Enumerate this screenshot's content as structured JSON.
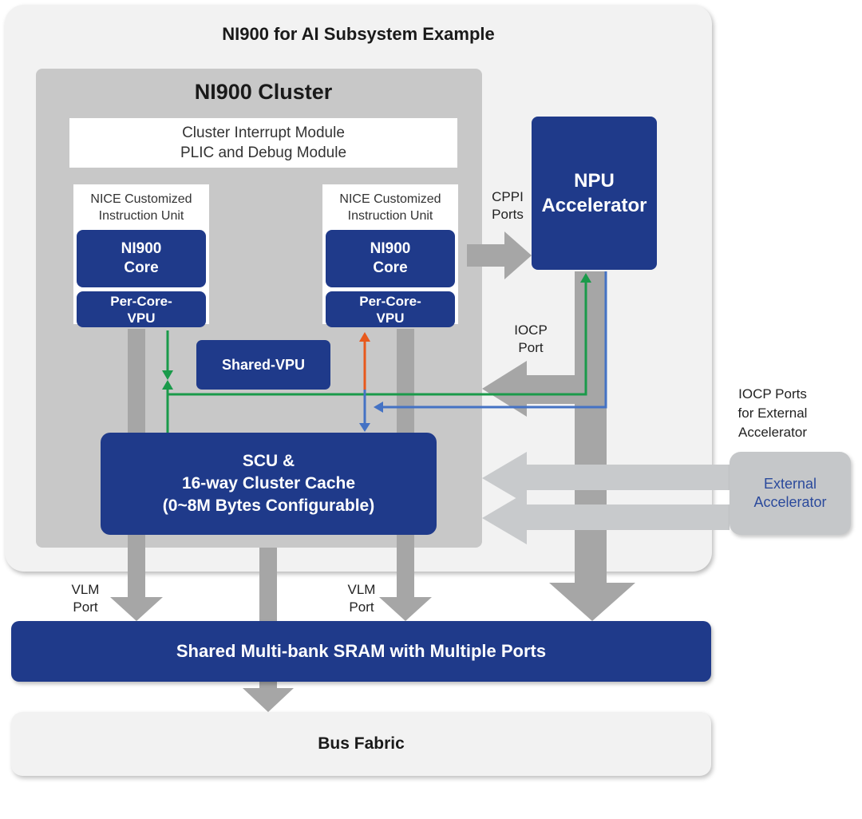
{
  "subsystem": {
    "title": "NI900 for AI Subsystem Example"
  },
  "cluster": {
    "title": "NI900 Cluster",
    "interrupt_module": {
      "line1": "Cluster Interrupt Module",
      "line2": "PLIC and Debug Module"
    },
    "nice_units": [
      {
        "label_line1": "NICE Customized",
        "label_line2": "Instruction Unit",
        "core_line1": "NI900",
        "core_line2": "Core",
        "vpu_line1": "Per-Core-",
        "vpu_line2": "VPU"
      },
      {
        "label_line1": "NICE Customized",
        "label_line2": "Instruction Unit",
        "core_line1": "NI900",
        "core_line2": "Core",
        "vpu_line1": "Per-Core-",
        "vpu_line2": "VPU"
      }
    ],
    "shared_vpu": "Shared-VPU",
    "scu": {
      "line1": "SCU &",
      "line2": "16-way Cluster Cache",
      "line3": "(0~8M Bytes Configurable)"
    }
  },
  "npu": {
    "line1": "NPU",
    "line2": "Accelerator"
  },
  "labels": {
    "cppi": {
      "line1": "CPPI",
      "line2": "Ports"
    },
    "iocp": {
      "line1": "IOCP",
      "line2": "Port"
    },
    "iocp_external": {
      "line1": "IOCP Ports",
      "line2": "for External",
      "line3": "Accelerator"
    },
    "vlm_left": {
      "line1": "VLM",
      "line2": "Port"
    },
    "vlm_right": {
      "line1": "VLM",
      "line2": "Port"
    }
  },
  "external_accelerator": {
    "line1": "External",
    "line2": "Accelerator"
  },
  "sram": "Shared Multi-bank SRAM with Multiple Ports",
  "bus_fabric": "Bus Fabric",
  "colors": {
    "block_blue": "#1f3a8a",
    "arrow_gray": "#a6a6a6",
    "external_arrow_gray": "#c8cacc",
    "green_line": "#1a9a4a",
    "blue_line": "#4472c4",
    "orange_line": "#e8591c"
  }
}
